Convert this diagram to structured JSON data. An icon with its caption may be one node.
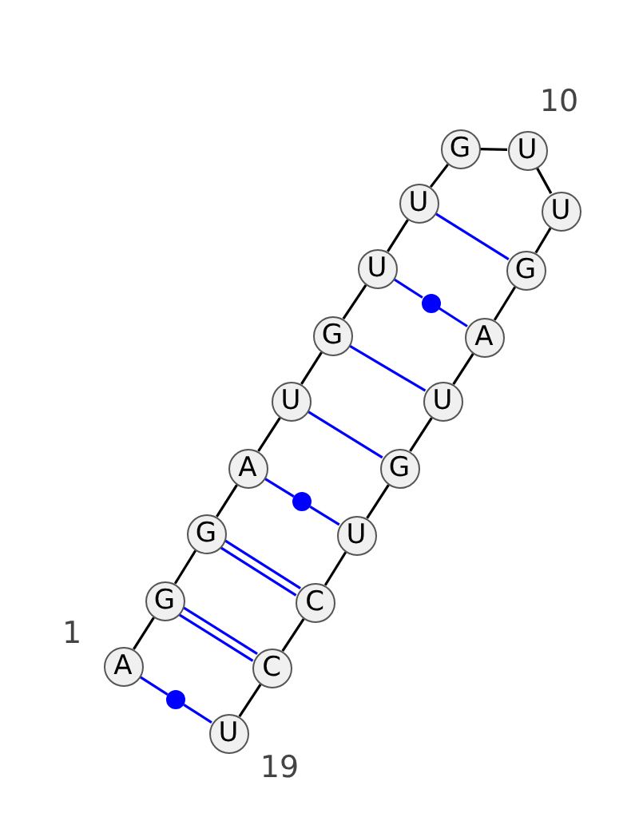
{
  "diagram": {
    "nodes": [
      {
        "text": [
          "A"
        ],
        "beside": [
          "1"
        ]
      },
      {
        "text": [
          "G"
        ]
      },
      {
        "text": [
          "G"
        ]
      },
      {
        "text": [
          "A"
        ]
      },
      {
        "text": [
          "U"
        ]
      },
      {
        "text": [
          "G"
        ]
      },
      {
        "text": [
          "U"
        ]
      },
      {
        "text": [
          "U"
        ]
      },
      {
        "text": [
          "G"
        ]
      },
      {
        "text": [
          "U"
        ],
        "beside": [
          "10"
        ]
      },
      {
        "text": [
          "U"
        ]
      },
      {
        "text": [
          "G"
        ]
      },
      {
        "text": [
          "A"
        ]
      },
      {
        "text": [
          "U"
        ]
      },
      {
        "text": [
          "G"
        ]
      },
      {
        "text": [
          "U"
        ]
      },
      {
        "text": [
          "C"
        ]
      },
      {
        "text": [
          "C"
        ]
      },
      {
        "text": [
          "U"
        ],
        "beside": [
          "19"
        ]
      },
      {
        "text": [],
        "shape": "circle"
      },
      {
        "text": [],
        "shape": "circle"
      },
      {
        "text": [],
        "shape": "circle"
      }
    ],
    "edges": [
      {
        "from": 0,
        "to": 1,
        "arrow": "none"
      },
      {
        "from": 1,
        "to": 2,
        "arrow": "none"
      },
      {
        "from": 2,
        "to": 3,
        "arrow": "none"
      },
      {
        "from": 3,
        "to": 4,
        "arrow": "none"
      },
      {
        "from": 4,
        "to": 5,
        "arrow": "none"
      },
      {
        "from": 5,
        "to": 6,
        "arrow": "none"
      },
      {
        "from": 6,
        "to": 7,
        "arrow": "none"
      },
      {
        "from": 7,
        "to": 8,
        "arrow": "none"
      },
      {
        "from": 8,
        "to": 9,
        "arrow": "none"
      },
      {
        "from": 9,
        "to": 10,
        "arrow": "none"
      },
      {
        "from": 10,
        "to": 11,
        "arrow": "none"
      },
      {
        "from": 11,
        "to": 12,
        "arrow": "none"
      },
      {
        "from": 12,
        "to": 13,
        "arrow": "none"
      },
      {
        "from": 13,
        "to": 14,
        "arrow": "none"
      },
      {
        "from": 14,
        "to": 15,
        "arrow": "none"
      },
      {
        "from": 15,
        "to": 16,
        "arrow": "none"
      },
      {
        "from": 16,
        "to": 17,
        "arrow": "none"
      },
      {
        "from": 17,
        "to": 18,
        "arrow": "none"
      },
      {
        "from": 7,
        "to": 11,
        "arrow": "none",
        "color": "#0000ff"
      },
      {
        "from": 6,
        "to": 19,
        "arrow": "none",
        "color": "#0000ff"
      },
      {
        "from": 19,
        "to": 12,
        "arrow": "none",
        "color": "#0000ff"
      },
      {
        "from": 5,
        "to": 13,
        "arrow": "none",
        "color": "#0000ff"
      },
      {
        "from": 4,
        "to": 14,
        "arrow": "none",
        "color": "#0000ff"
      },
      {
        "from": 3,
        "to": 20,
        "arrow": "none",
        "color": "#0000ff"
      },
      {
        "from": 20,
        "to": 15,
        "arrow": "none",
        "color": "#0000ff"
      },
      {
        "from": 2,
        "to": 16,
        "arrow": "none",
        "color": "#0000ff"
      },
      {
        "from": 2,
        "to": 16,
        "arrow": "none",
        "color": "#0000ff"
      },
      {
        "from": 1,
        "to": 17,
        "arrow": "none",
        "color": "#0000ff"
      },
      {
        "from": 1,
        "to": 17,
        "arrow": "none",
        "color": "#0000ff"
      },
      {
        "from": 0,
        "to": 21,
        "arrow": "none",
        "color": "#0000ff"
      },
      {
        "from": 21,
        "to": 18,
        "arrow": "none",
        "color": "#0000ff"
      }
    ]
  }
}
